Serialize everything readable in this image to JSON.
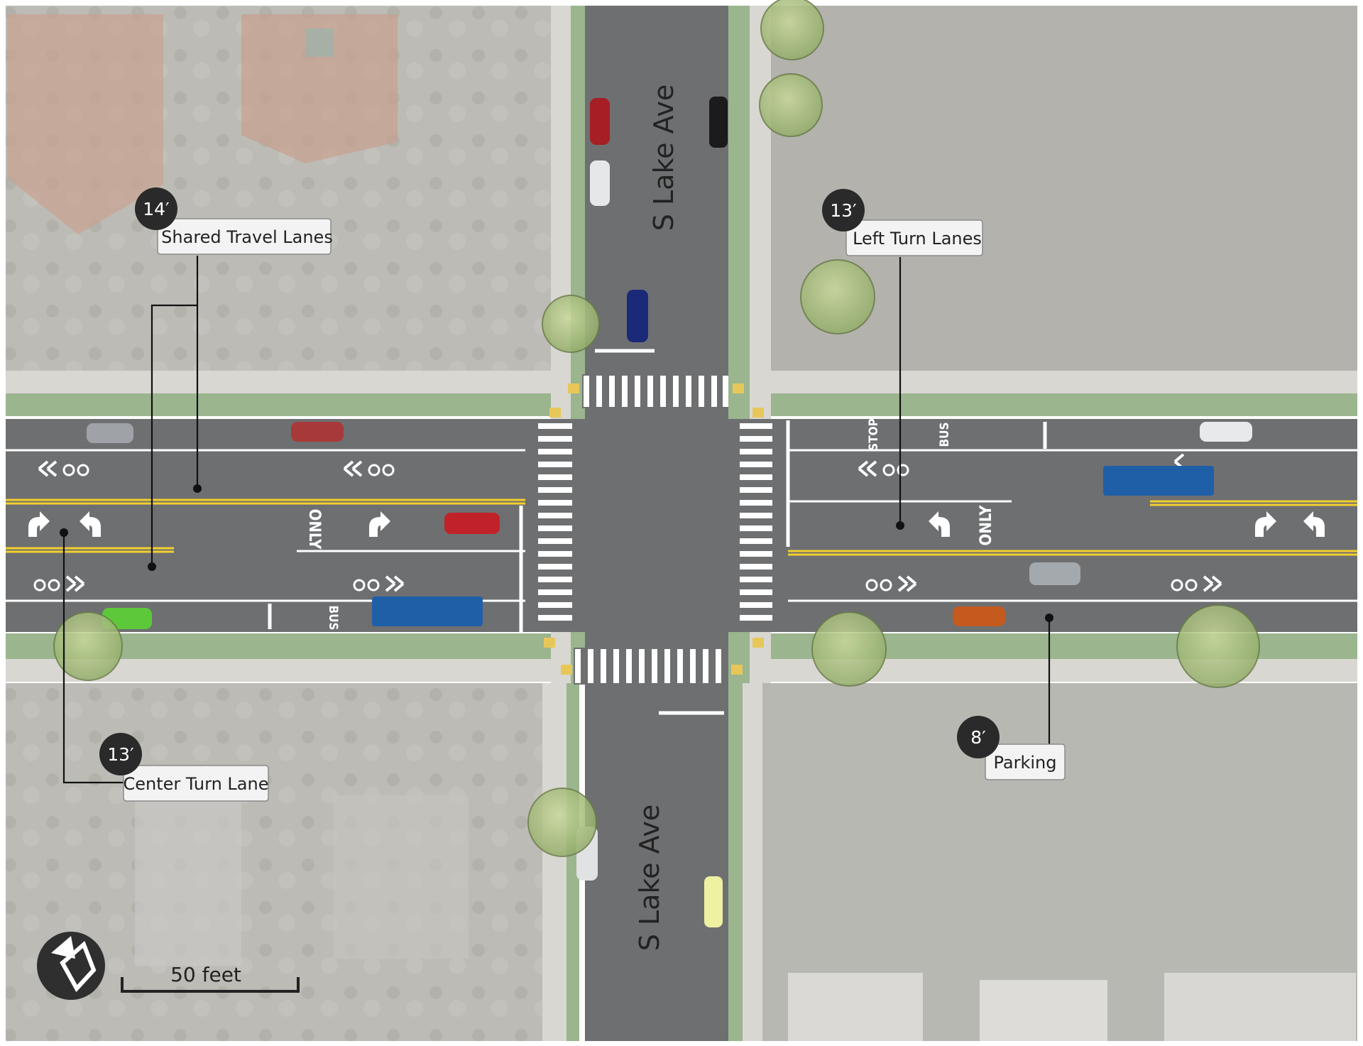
{
  "streets": {
    "north_label": "S Lake Ave",
    "south_label": "S Lake Ave"
  },
  "pavement_markings": {
    "only_west": "ONLY",
    "only_east": "ONLY",
    "bus_west": "BUS",
    "bus_east": "BUS",
    "stop_east": "STOP"
  },
  "callouts": [
    {
      "id": "shared",
      "badge": "14′",
      "label": "Shared Travel Lanes"
    },
    {
      "id": "left",
      "badge": "13′",
      "label": "Left Turn Lanes"
    },
    {
      "id": "center",
      "badge": "13′",
      "label": "Center Turn Lane"
    },
    {
      "id": "parking",
      "badge": "8′",
      "label": "Parking"
    }
  ],
  "scale_bar": {
    "label": "50 feet"
  },
  "north_arrow": {
    "icon": "north-arrow-icon"
  },
  "colors": {
    "asphalt": "#6e6f71",
    "lane_line": "#ffffff",
    "center_line": "#f2cf2e",
    "grass": "#9bb58f",
    "sidewalk": "#d9d7d2",
    "aerial": "#b9b8b2",
    "tree": "#b8c98a",
    "badge": "#2a2a2a",
    "bus": "#1f5fa8"
  }
}
